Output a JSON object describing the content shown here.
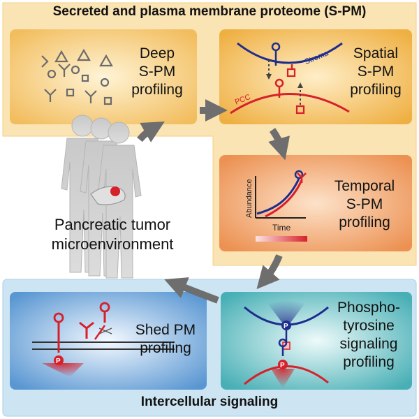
{
  "header": {
    "title": "Secreted and plasma membrane proteome (S-PM)"
  },
  "footer": {
    "title": "Intercellular signaling"
  },
  "center": {
    "line1": "Pancreatic tumor",
    "line2": "microenvironment"
  },
  "panels": {
    "deep": {
      "line1": "Deep",
      "line2": "S-PM",
      "line3": "profiling"
    },
    "spatial": {
      "line1": "Spatial",
      "line2": "S-PM",
      "line3": "profiling",
      "stroma_label": "Stroma",
      "pcc_label": "PCC"
    },
    "temporal": {
      "line1": "Temporal",
      "line2": "S-PM",
      "line3": "profiling",
      "y_axis_label": "Abundance",
      "x_axis_label": "Time"
    },
    "shed": {
      "line1": "Shed PM",
      "line2": "profiling",
      "p_label": "P"
    },
    "phospho": {
      "line1": "Phospho-",
      "line2": "tyrosine",
      "line3": "signaling",
      "line4": "profiling",
      "p_label": "P"
    }
  },
  "colors": {
    "top_region": "#fbe3b0",
    "bottom_region": "#cfe6f3",
    "deep_panel": "#f3c26a",
    "spatial_panel": "#f1b54a",
    "temporal_panel": "#ee9a5a",
    "shed_panel": "#6fa6d9",
    "phospho_panel": "#5bbbc0",
    "arrow": "#6e6e6e",
    "red": "#d6202a",
    "blue": "#1e2d8c"
  }
}
